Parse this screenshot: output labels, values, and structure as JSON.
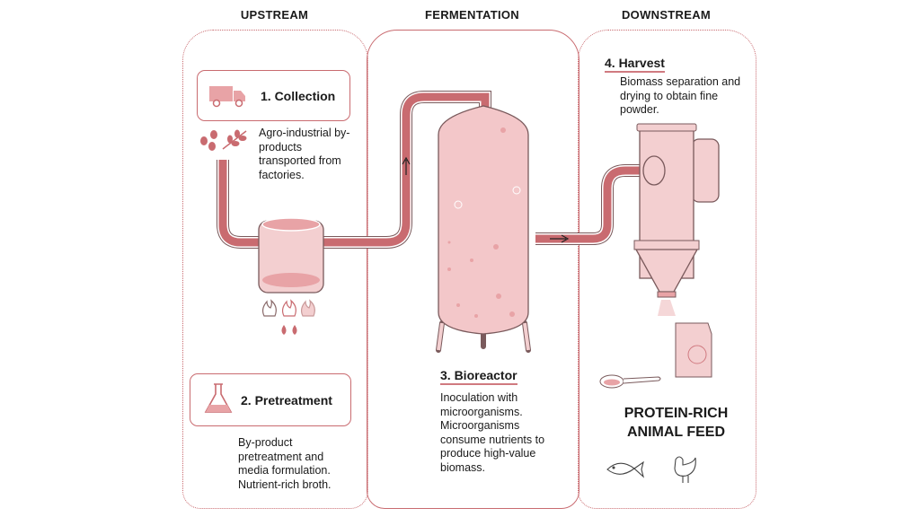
{
  "headers": {
    "upstream": "UPSTREAM",
    "fermentation": "FERMENTATION",
    "downstream": "DOWNSTREAM"
  },
  "steps": {
    "collection": {
      "title": "1. Collection",
      "desc": "Agro-industrial by-products transported from factories."
    },
    "pretreatment": {
      "title": "2. Pretreatment",
      "desc": "By-product pretreatment and media formulation. Nutrient-rich broth."
    },
    "bioreactor": {
      "title": "3. Bioreactor",
      "desc": "Inoculation with microorganisms. Microorganisms consume nutrients to produce high-value biomass."
    },
    "harvest": {
      "title": "4. Harvest",
      "desc": "Biomass separation and drying to obtain fine powder."
    }
  },
  "product": {
    "label": "PROTEIN-RICH ANIMAL FEED"
  },
  "icons": [
    "truck-icon",
    "beans-icon",
    "wheat-icon",
    "flask-icon",
    "flame-icon",
    "drop-icon",
    "fish-icon",
    "chicken-icon",
    "spoon-icon",
    "feed-bag-icon"
  ],
  "colors": {
    "pipe": "#c96b70",
    "vessel": "#f3cfd0",
    "outline": "#7a5a5c",
    "accent": "#d07a80"
  }
}
